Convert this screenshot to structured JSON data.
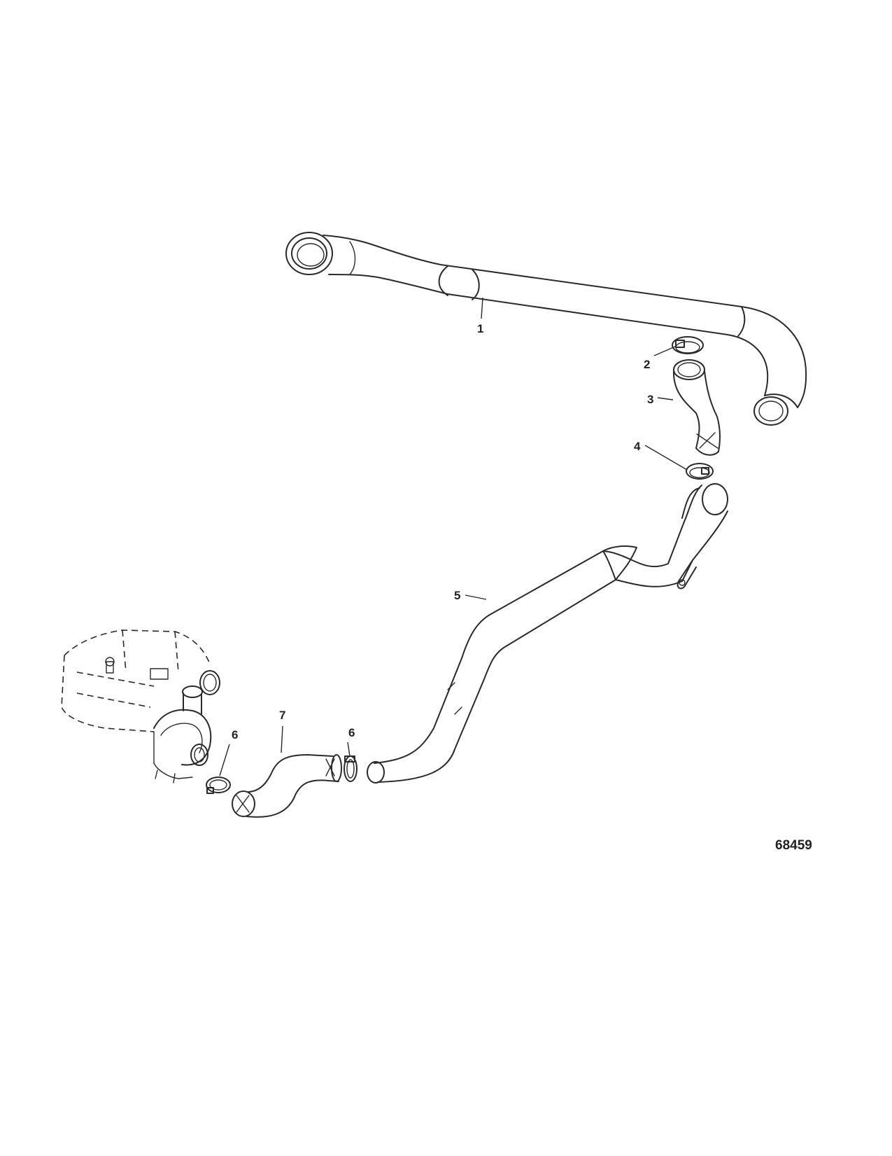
{
  "diagram": {
    "callouts": [
      {
        "id": "1",
        "label": "1"
      },
      {
        "id": "2",
        "label": "2"
      },
      {
        "id": "3",
        "label": "3"
      },
      {
        "id": "4",
        "label": "4"
      },
      {
        "id": "5",
        "label": "5"
      },
      {
        "id": "6a",
        "label": "6"
      },
      {
        "id": "6b",
        "label": "6"
      },
      {
        "id": "7",
        "label": "7"
      }
    ],
    "figure_number": "68459"
  }
}
